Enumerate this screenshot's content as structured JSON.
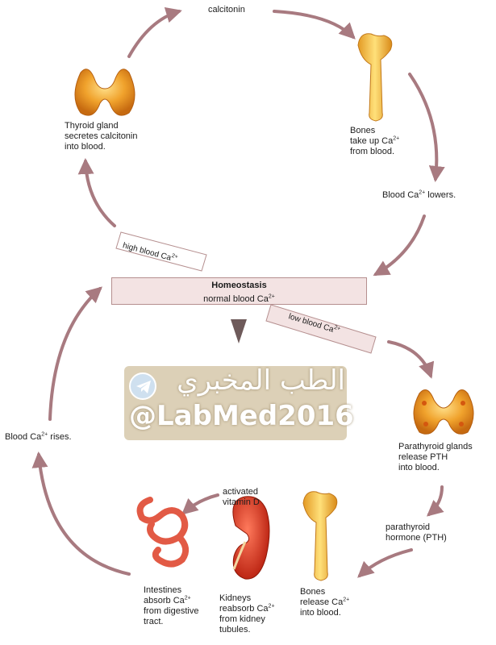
{
  "labels": {
    "calcitonin": "calcitonin",
    "thyroid": [
      "Thyroid gland",
      "secretes calcitonin",
      "into blood."
    ],
    "bones_take": [
      "Bones",
      "take up Ca",
      "from blood."
    ],
    "blood_lowers": "Blood Ca",
    "blood_lowers_tail": " lowers.",
    "high_blood": "high blood Ca",
    "homeostasis_title": "Homeostasis",
    "homeostasis_sub": "normal blood Ca",
    "low_blood": "low blood Ca",
    "blood_rises": "Blood Ca",
    "blood_rises_tail": " rises.",
    "parathyroid": [
      "Parathyroid glands",
      "release PTH",
      "into blood."
    ],
    "activated": [
      "activated",
      "vitamin D"
    ],
    "pth": [
      "parathyroid",
      "hormone (PTH)"
    ],
    "intestines": [
      "Intestines",
      "absorb Ca",
      "from digestive",
      "tract."
    ],
    "kidneys": [
      "Kidneys",
      "reabsorb Ca",
      "from kidney",
      "tubules."
    ],
    "bones_release": [
      "Bones",
      "release Ca",
      "into blood."
    ],
    "ion_charge": "2+"
  },
  "watermark": {
    "arabic": "الطب المخبري",
    "handle": "@LabMed2016",
    "icon": "telegram-icon"
  },
  "colors": {
    "arrow": "#a87a80",
    "homeostasis_fill": "#f3e3e3",
    "organ_orange": "#e8901e",
    "kidney_red": "#d7351f",
    "intestine_red": "#e25a45"
  }
}
